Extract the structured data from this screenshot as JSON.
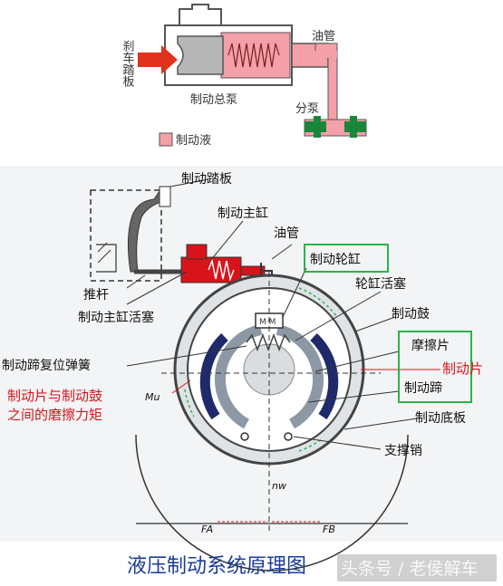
{
  "top_diagram": {
    "pedal_label": "刹车踏板",
    "master_cylinder_label": "制动总泵",
    "pipe_label": "油管",
    "slave_cylinder_label": "分泵",
    "legend_fluid_label": "制动液",
    "fluid_color": "#f4a0a8",
    "arrow_color": "#e0321c",
    "wheel_piston_color": "#17883a"
  },
  "drum_diagram": {
    "brake_pedal": "制动踏板",
    "master_cylinder": "制动主缸",
    "oil_pipe": "油管",
    "wheel_cylinder": "制动轮缸",
    "wheel_piston": "轮缸活塞",
    "brake_drum": "制动鼓",
    "friction_pad": "摩擦片",
    "brake_pad_red": "制动片",
    "brake_shoe": "制动蹄",
    "backing_plate": "制动底板",
    "support_pin": "支撑销",
    "push_rod": "推杆",
    "master_piston": "制动主缸活塞",
    "return_spring": "制动蹄复位弹簧",
    "friction_torque_line1": "制动片与制动鼓",
    "friction_torque_line2": "之间的磨擦力矩",
    "mu_symbol": "Mu",
    "nw_symbol": "nw",
    "fa_symbol": "FA",
    "fb_symbol": "FB",
    "highlight_color": "#2bb34a",
    "accent_red": "#d8141a"
  },
  "caption": "液压制动系统原理图",
  "watermark": "头条号 / 老侯解车"
}
